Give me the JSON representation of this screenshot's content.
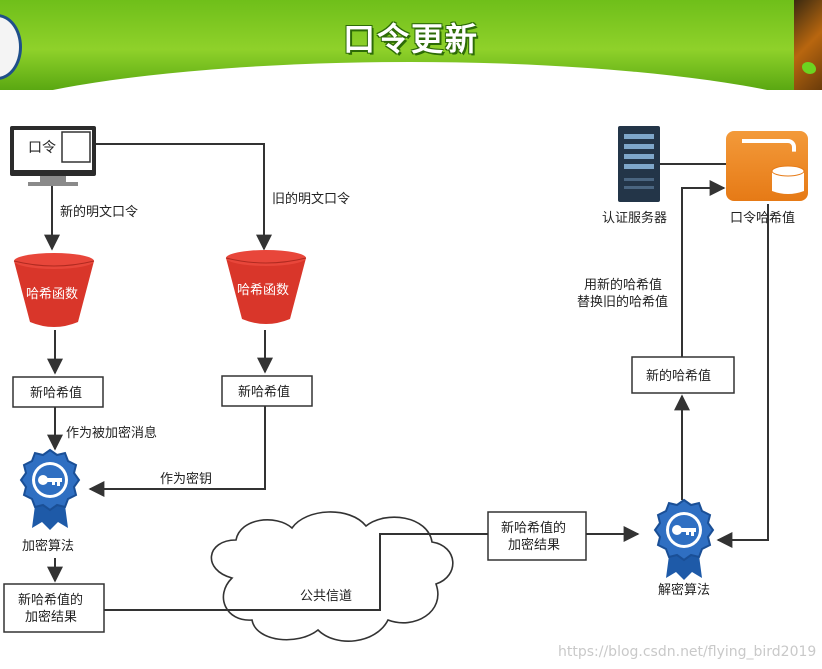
{
  "title": "口令更新",
  "nodes": {
    "password_label": "口令",
    "hash_func_left": "哈希函数",
    "hash_func_right": "哈希函数",
    "new_hash_left": "新哈希值",
    "new_hash_mid": "新哈希值",
    "encrypt_algo": "加密算法",
    "encrypted_result_line1": "新哈希值的",
    "encrypted_result_line2": "加密结果",
    "channel_encrypted_line1": "新哈希值的",
    "channel_encrypted_line2": "加密结果",
    "decrypt_algo": "解密算法",
    "new_hash_value": "新的哈希值",
    "auth_server": "认证服务器",
    "password_hash_db": "口令哈希值"
  },
  "edges": {
    "new_plaintext": "新的明文口令",
    "old_plaintext": "旧的明文口令",
    "as_message": "作为被加密消息",
    "as_key": "作为密钥",
    "public_channel": "公共信道",
    "replace_line1": "用新的哈希值",
    "replace_line2": "替换旧的哈希值"
  },
  "watermark": "https://blog.csdn.net/flying_bird2019"
}
